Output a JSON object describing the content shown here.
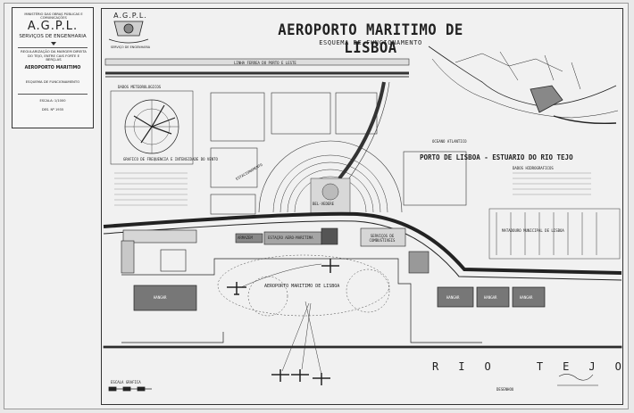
{
  "title_block": {
    "ministry": "MINISTÉRIO DAS OBRAS PÚBLICAS E COMUNICAÇÕES",
    "org": "A.G.P.L.",
    "service": "SERVIÇOS DE ENGENHARIA",
    "description": "REGULARIZAÇÃO DA MARGEM DIREITA DO TEJO, ENTRE CAIS FORTE E BERÇLAS",
    "project": "AEROPORTO MARITIMO",
    "scheme": "ESQUEMA DE FUNCIONAMENTO",
    "scale": "ESCALA: 1/1000",
    "drawing_no": "DES. Nº 1935"
  },
  "logo": {
    "text": "A.G.P.L.",
    "sub": "SERVIÇO DE ENGENHARIA"
  },
  "header": {
    "title": "AEROPORTO MARITIMO DE LISBOA",
    "subtitle": "ESQUEMA DE FUNCIONAMENTO"
  },
  "labels": {
    "railway": "LINHA FERREA DO PORTO E LESTE",
    "meteo": "DADOS METEOROLOGICOS",
    "wind": "GRAFICO DE FREQUENCIA E INTENSIDADE DO VENTO",
    "seaplane_parking": "ESTACIONAMENTO",
    "bus_station": "BEL-VEDERE",
    "warehouse": "ARMAZEM",
    "station_building": "ESTAÇÃO AERO-MARITIMA",
    "customs": "SERVIÇOS DE COMBUSTIVEIS",
    "slaughterhouse": "MATADOURO MUNICIPAL DE LISBOA",
    "port_title": "PORTO DE LISBOA - ESTUARIO DO RIO TEJO",
    "port_data": "DADOS HIDROGRAFICOS",
    "atlantic": "OCEANO ATLANTICO",
    "basin": "AEROPORTO MARITIMO DE LISBOA",
    "hangar_1": "HANGAR",
    "hangar_2": "HANGAR",
    "hangar_3": "HANGAR",
    "hangar_4": "HANGAR",
    "river": "RIO TEJO",
    "scale_bar": "ESCALA GRAFICA",
    "approved": "DESENHOU"
  }
}
